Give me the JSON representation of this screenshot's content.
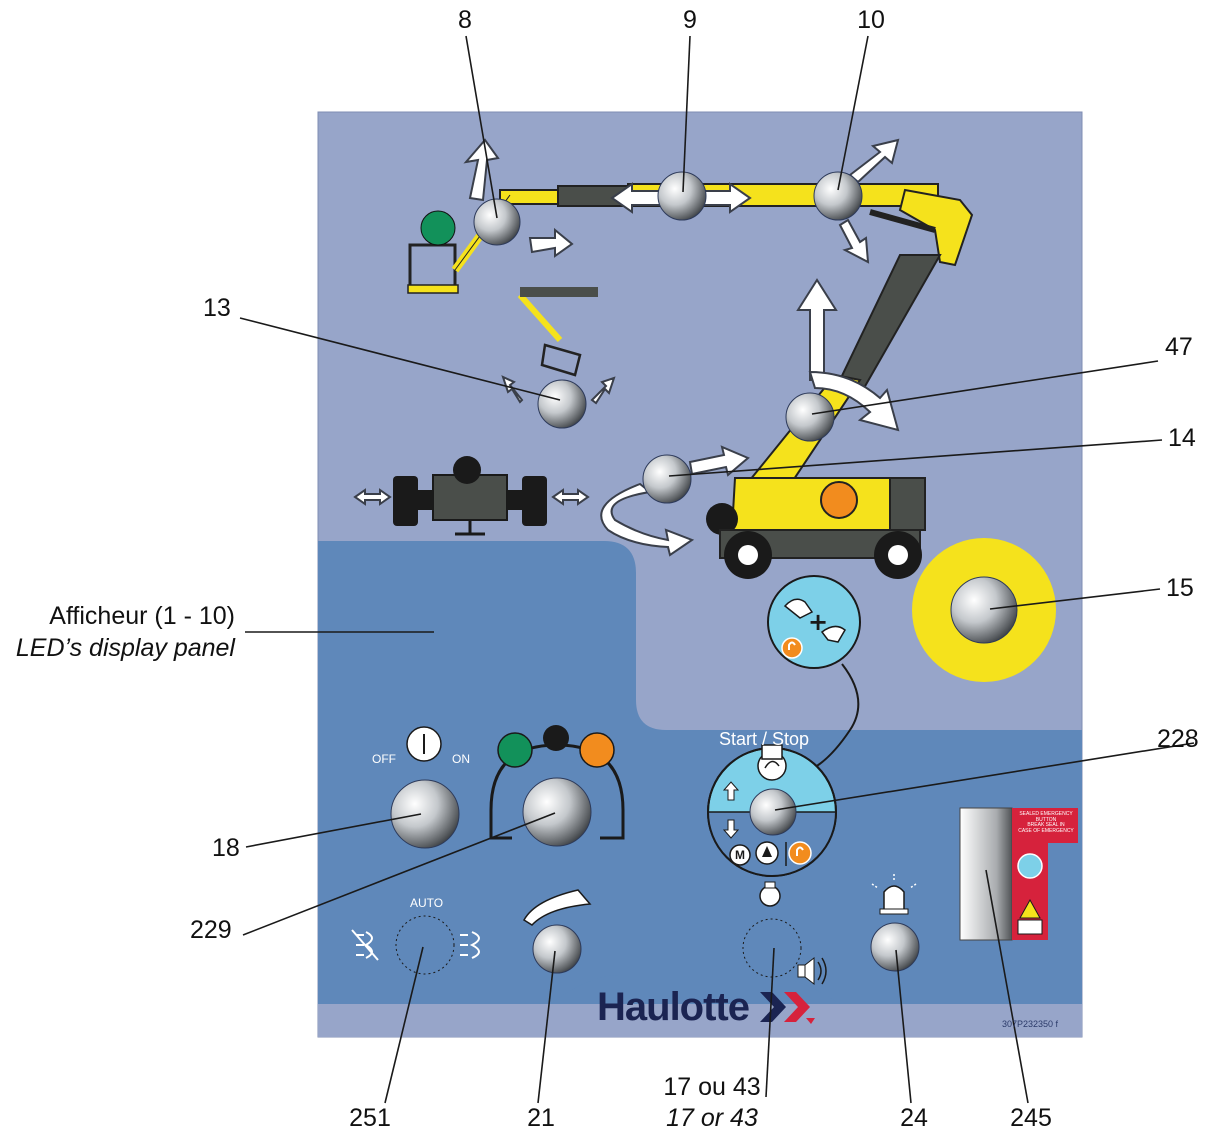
{
  "callouts": {
    "c8": "8",
    "c9": "9",
    "c10": "10",
    "c13": "13",
    "c47": "47",
    "c14": "14",
    "c15": "15",
    "display_fr": "Afficheur (1 - 10)",
    "display_en": "LED’s display panel",
    "c228": "228",
    "c18": "18",
    "c229": "229",
    "c251": "251",
    "c21": "21",
    "c1743_fr": "17 ou 43",
    "c1743_en": "17 or 43",
    "c24": "24",
    "c245": "245"
  },
  "panel": {
    "off": "OFF",
    "on": "ON",
    "start_stop": "Start / Stop",
    "auto": "AUTO",
    "brand": "Haulotte",
    "ref_code": "307P232350 f",
    "sticker_line1": "SEALED EMERGENCY BUTTON",
    "sticker_line2": "BREAK SEAL IN",
    "sticker_line3": "CASE OF EMERGENCY",
    "m_label": "M"
  },
  "colors": {
    "panel_upper": "#97a5c9",
    "panel_lower": "#5f88ba",
    "yellow": "#f5e21c",
    "grey_dark": "#4a4e4a",
    "green": "#12915a",
    "orange": "#f28c1e",
    "red": "#d6223c",
    "brand_navy": "#1b2452",
    "cyan": "#7dd0e8"
  },
  "icons": [
    "platform-slew-arrow-icon",
    "boom-telescope-arrow-icon",
    "jib-arrow-icon",
    "turret-rotate-arrow-icon",
    "axle-extend-arrow-icon",
    "key-start-icon",
    "horn-icon",
    "beacon-icon",
    "lock-icon",
    "glow-plug-icon",
    "fan-off-icon",
    "fan-on-icon"
  ]
}
